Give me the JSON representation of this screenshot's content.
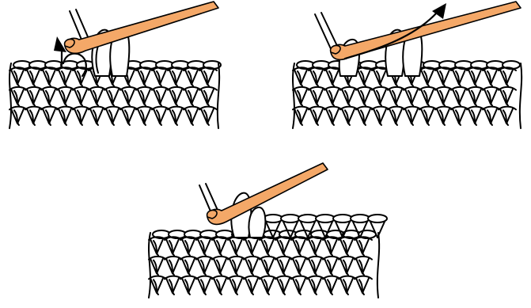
{
  "colors": {
    "hook": "#f4a868",
    "ink": "#000000",
    "background": "#ffffff"
  },
  "panels": [
    {
      "id": "step-1",
      "arrow": "yarn-over-curl"
    },
    {
      "id": "step-2",
      "arrow": "pull-through-up"
    },
    {
      "id": "step-3",
      "arrow": "none"
    }
  ]
}
